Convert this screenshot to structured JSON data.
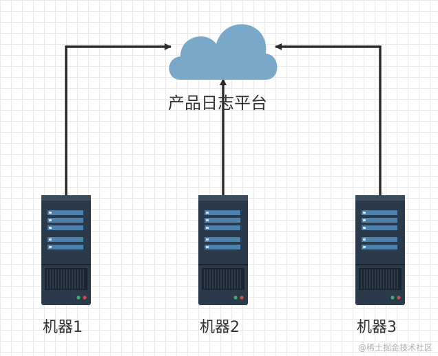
{
  "diagram": {
    "cloud": {
      "label": "产品日志平台",
      "icon": "cloud-icon",
      "fill": "#7aa8c9"
    },
    "machines": [
      {
        "label": "机器1",
        "icon": "server-icon"
      },
      {
        "label": "机器2",
        "icon": "server-icon"
      },
      {
        "label": "机器3",
        "icon": "server-icon"
      }
    ],
    "colors": {
      "arrow": "#2b2b2b",
      "server_body": "#2b3a4a",
      "server_slot": "#4d82ad",
      "led_green": "#3fae6a",
      "led_red": "#d24b4b"
    }
  },
  "watermark": "@稀土掘金技术社区"
}
